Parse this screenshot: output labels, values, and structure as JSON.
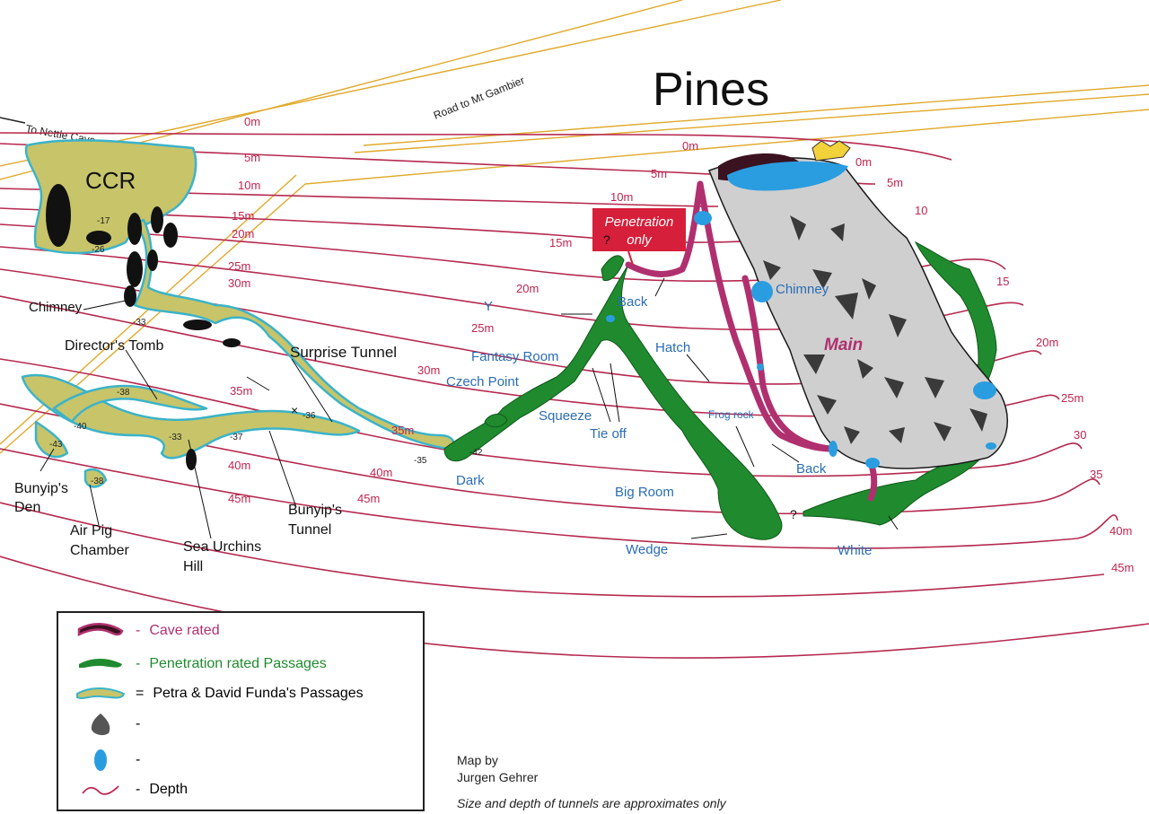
{
  "map": {
    "title": "Pines",
    "roads": {
      "mt_gambier": "Road to Mt Gambier",
      "nettle": "To Nettle Cave"
    },
    "chambers": {
      "ccr": "CCR",
      "main": "Main"
    },
    "black_labels": {
      "chimney_left": "Chimney",
      "directors_tomb": "Director's Tomb",
      "surprise_tunnel": "Surprise Tunnel",
      "bunyips_den_1": "Bunyip's",
      "bunyips_den_2": "Den",
      "air_pig_1": "Air Pig",
      "air_pig_2": "Chamber",
      "sea_urchins_1": "Sea Urchins",
      "sea_urchins_2": "Hill",
      "bunyips_tunnel_1": "Bunyip's",
      "bunyips_tunnel_2": "Tunnel"
    },
    "blue_labels": {
      "y": "Y",
      "fantasy_room": "Fantasy Room",
      "czech_point": "Czech Point",
      "squeeze": "Squeeze",
      "tie_off": "Tie off",
      "dark": "Dark",
      "back_upper": "Back",
      "hatch": "Hatch",
      "frog_rock": "Frog rock",
      "big_room": "Big Room",
      "wedge": "Wedge",
      "chimney_main": "Chimney",
      "back_lower": "Back",
      "white": "White"
    },
    "penetration_sign": {
      "line1": "Penetration",
      "line2": "only"
    },
    "question_marks": [
      "?",
      "?"
    ],
    "depth_labels": {
      "l0m": "0m",
      "l5m": "5m",
      "l10m": "10m",
      "l15m": "15m",
      "l20m": "20m",
      "l25m": "25m",
      "l30m": "30m",
      "l35m": "35m",
      "l40m": "40m",
      "l45m": "45m",
      "m0m": "0m",
      "m5m": "5m",
      "m10m": "10m",
      "m15m": "15m",
      "m20m": "20m",
      "m25m": "25m",
      "m30m": "30m",
      "m35m": "35m",
      "m40m": "40m",
      "m45m": "45m",
      "r0m": "0m",
      "r5m": "5m",
      "r10": "10",
      "r15": "15",
      "r20m": "20m",
      "r25m": "25m",
      "r30": "30",
      "r35": "35",
      "r40m": "40m",
      "r45m": "45m"
    },
    "depth_points": {
      "p17": "-17",
      "p26": "-26",
      "p33a": "-33",
      "p38": "-38",
      "p40": "-40",
      "p43": "-43",
      "p38b": "-38",
      "p33b": "-33",
      "p37": "-37",
      "p36": "-36",
      "p35": "-35",
      "p42": "-42"
    }
  },
  "legend": {
    "items": [
      {
        "label": "Cave rated",
        "color": "#b0306f",
        "separator": "-"
      },
      {
        "label": "Penetration rated Passages",
        "color": "#1f8a2e",
        "separator": "-"
      },
      {
        "label": "Petra & David Funda's Passages",
        "color": "#1a1a1a",
        "separator": "="
      },
      {
        "label": "",
        "color": "#1a1a1a",
        "separator": "-"
      },
      {
        "label": "",
        "color": "#1a1a1a",
        "separator": "-"
      },
      {
        "label": "Depth",
        "color": "#1a1a1a",
        "separator": "-"
      }
    ]
  },
  "credit": {
    "line1": "Map by",
    "line2": "Jurgen Gehrer"
  },
  "note": "Size and depth of tunnels are approximates only",
  "colors": {
    "contour": "#b5294f",
    "road": "#e0a92a",
    "funda_fill": "#c7c46a",
    "funda_outline": "#3bb3c9",
    "penetration": "#1f8a2e",
    "cave_rated": "#b0306f",
    "main_fill": "#cfcfcf",
    "water": "#2a9de0"
  }
}
